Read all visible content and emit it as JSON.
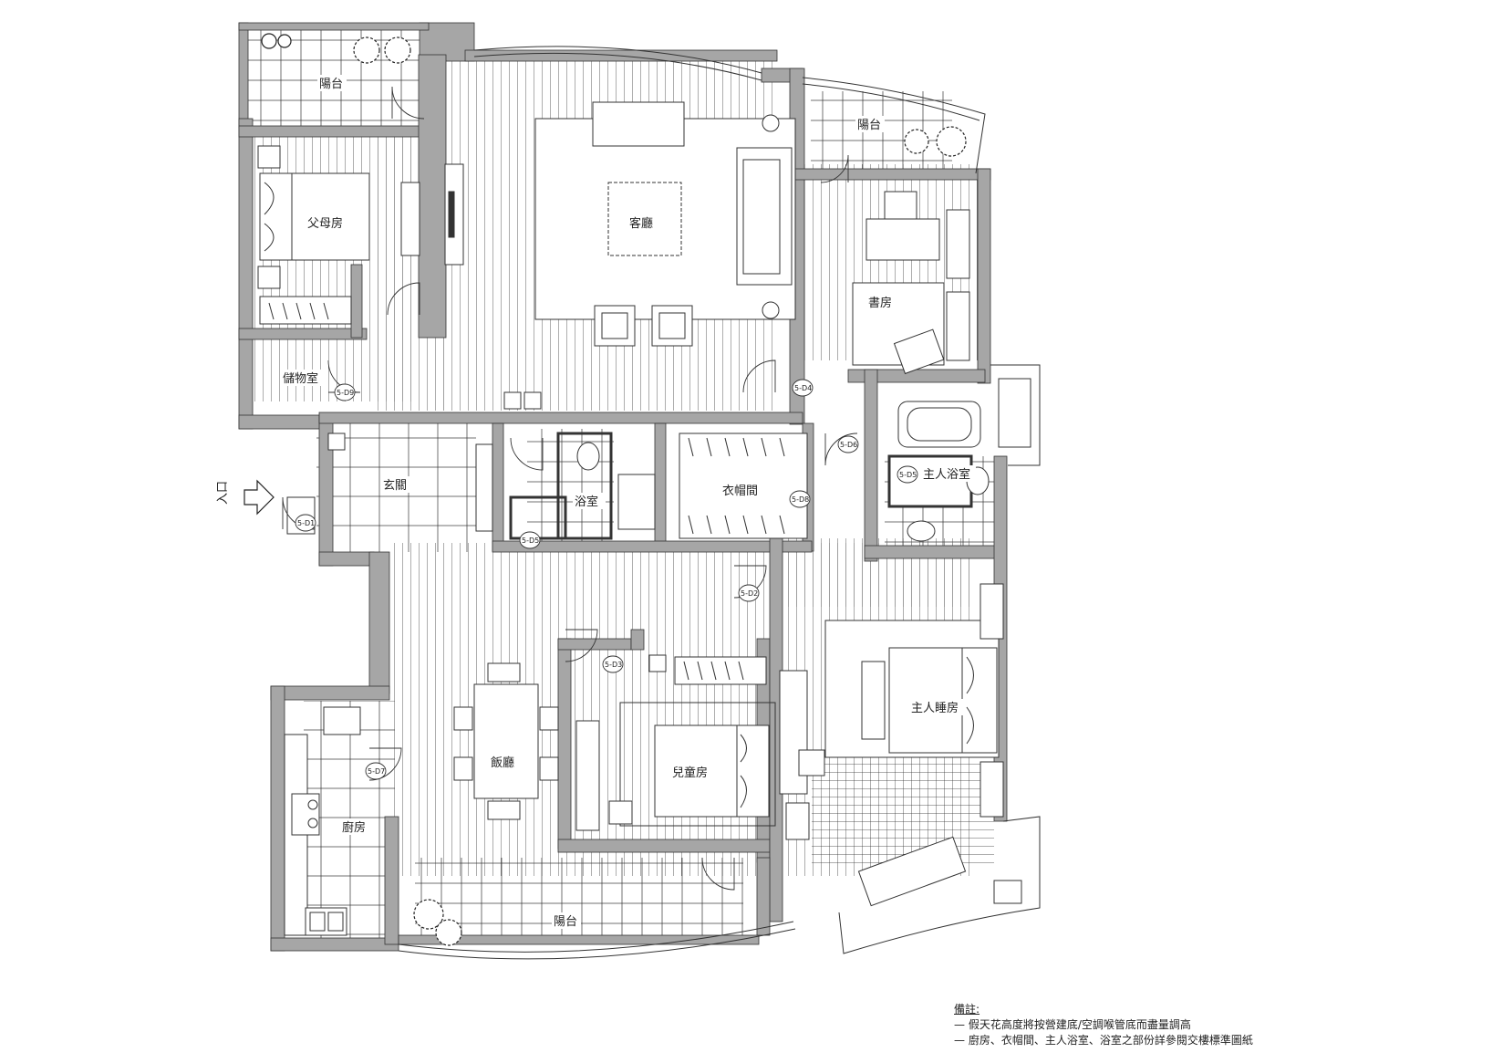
{
  "plan": {
    "rooms": {
      "balcony_top_left": "陽台",
      "parent_room": "父母房",
      "living_room": "客廳",
      "balcony_top_right": "陽台",
      "study": "書房",
      "storage": "儲物室",
      "foyer": "玄關",
      "bathroom": "浴室",
      "walk_in_closet": "衣帽間",
      "master_bath": "主人浴室",
      "dining": "飯廳",
      "kids_room": "兒童房",
      "master_bedroom": "主人睡房",
      "kitchen": "廚房",
      "balcony_bottom": "陽台"
    },
    "entrance_label": "入口",
    "door_tags": [
      "5-D1",
      "5-D2",
      "5-D3",
      "5-D4",
      "5-D5",
      "5-D6",
      "5-D7",
      "5-D8",
      "5-D9"
    ]
  },
  "notes": {
    "title": "備註:",
    "line1": "— 假天花高度將按營建底/空調喉管底而盡量調高",
    "line2": "— 廚房、衣帽間、主人浴室、浴室之部份詳參閱交樓標準圖紙"
  },
  "colors": {
    "wall": "#a6a6a6",
    "line": "#222222",
    "background": "#ffffff"
  }
}
